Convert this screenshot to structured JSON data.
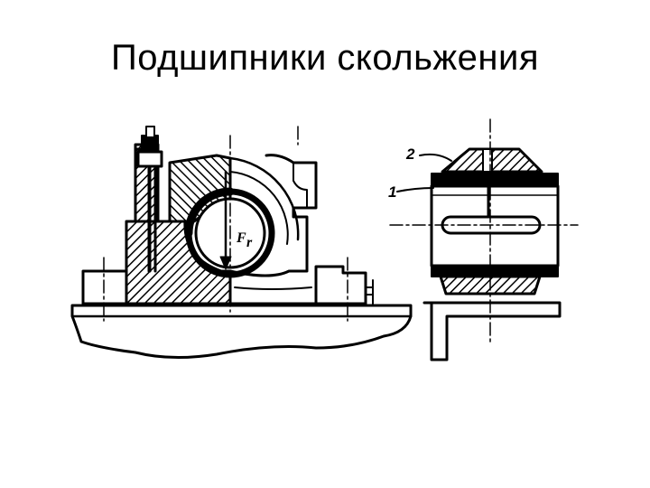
{
  "slide": {
    "title": "Подшипники скольжения"
  },
  "drawing": {
    "left_view": {
      "force_label": "F",
      "force_subscript": "r"
    },
    "right_view": {
      "callout_1": "1",
      "callout_2": "2"
    }
  },
  "colors": {
    "ink": "#000000",
    "paper": "#ffffff"
  }
}
